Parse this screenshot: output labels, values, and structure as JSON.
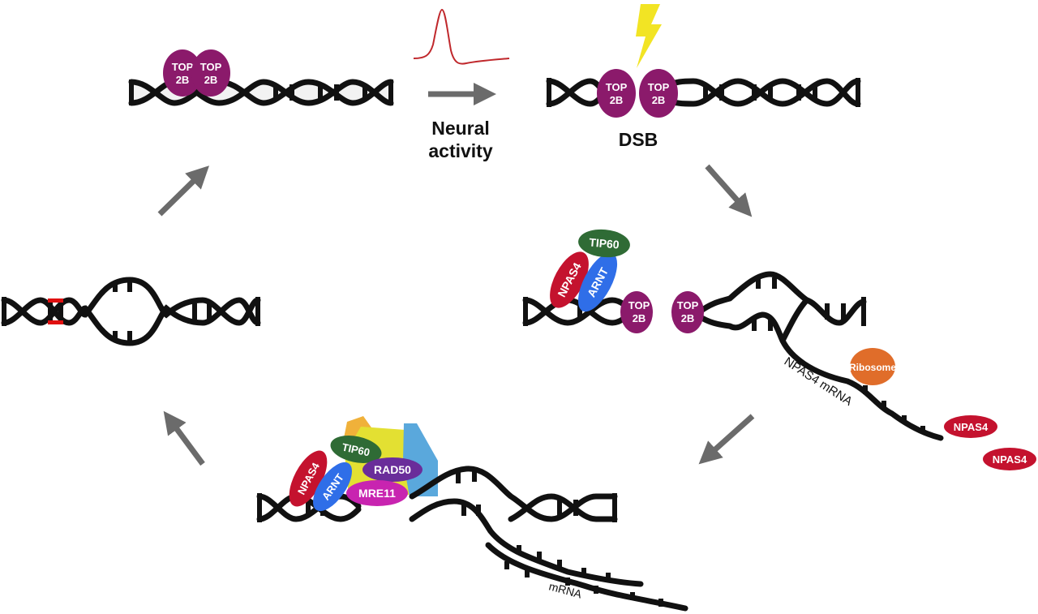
{
  "figure": {
    "title": "Neural activity-induced DNA double-strand break and repair cycle",
    "colors": {
      "dna": "#111111",
      "arrow": "#6b6b6b",
      "top2b": "#8b1a6b",
      "npas4": "#c4122e",
      "arnt": "#2f6ee8",
      "tip60": "#2f6b35",
      "rad50": "#6a2d9a",
      "mre11": "#c824b0",
      "ribosome": "#e06d2a",
      "spike": "#c0282c",
      "lightning": "#f2e424",
      "repair_mark": "#e01010",
      "complex_orange": "#f0b13a",
      "complex_yellow": "#e3e032",
      "complex_blue": "#5aa8dc"
    }
  },
  "labels": {
    "neural_activity_line1": "Neural",
    "neural_activity_line2": "activity",
    "dsb": "DSB",
    "npas4_mrna": "NPAS4 mRNA",
    "mrna": "mRNA"
  },
  "proteins": {
    "top2b_line1": "TOP",
    "top2b_line2": "2B",
    "npas4": "NPAS4",
    "arnt": "ARNT",
    "tip60": "TIP60",
    "rad50": "RAD50",
    "mre11": "MRE11",
    "ribosome": "Ribosome"
  },
  "stages": [
    {
      "id": "bound",
      "description": "TOP2B bound to intact DNA"
    },
    {
      "id": "dsb",
      "description": "Neural activity triggers TOP2B-mediated DSB"
    },
    {
      "id": "transcription",
      "description": "NPAS4-ARNT-TIP60 recruited; NPAS4 mRNA transcribed and translated"
    },
    {
      "id": "repair",
      "description": "MRE11-RAD50 complex repairs break; target mRNAs transcribed"
    },
    {
      "id": "repaired",
      "description": "Repaired DNA with marked repair site"
    }
  ]
}
